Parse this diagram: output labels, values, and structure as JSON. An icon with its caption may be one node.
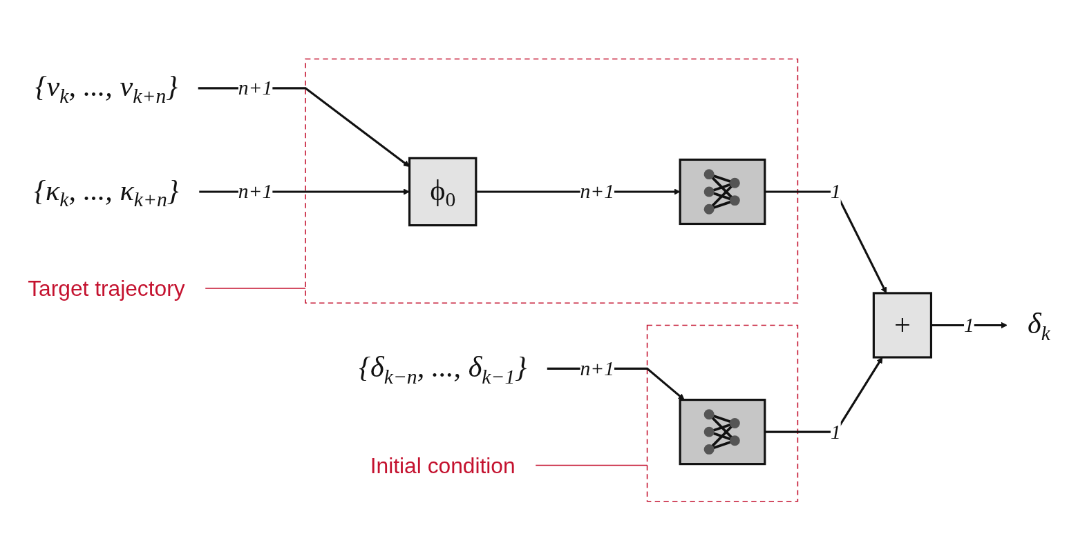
{
  "diagram": {
    "nodes": [
      {
        "text": [
          "{v$_{k}$, ..., v$_{k+n}$}"
        ]
      },
      {
        "text": [
          "Target trajectory"
        ]
      },
      {
        "text": [
          "{κ$_{k}$, ..., κ$_{k+n}$}"
        ]
      },
      {
        "text": [],
        "shape": "box"
      },
      {
        "text": [
          "ϕ$_{0}$"
        ],
        "in": 3
      },
      {
        "text": [],
        "shape": "box",
        "in": 3
      },
      {
        "text": [
          "{δ$_{k−n}$, ..., δ$_{k−1}$}"
        ]
      },
      {
        "text": [],
        "shape": "box"
      },
      {
        "text": [],
        "shape": "box",
        "in": 7
      },
      {
        "text": [
          "+"
        ]
      },
      {
        "text": [
          "δ$_{k}$"
        ]
      },
      {
        "text": [
          "Initial condition"
        ]
      }
    ],
    "edges": [
      {
        "from": 0,
        "to": 4,
        "arrow": "to",
        "label": "n+1"
      },
      {
        "from": 2,
        "to": 4,
        "arrow": "to",
        "label": "n+1"
      },
      {
        "from": 4,
        "to": 5,
        "arrow": "to",
        "label": "n+1"
      },
      {
        "from": 5,
        "to": 9,
        "arrow": "to",
        "label": "1"
      },
      {
        "from": 6,
        "to": 8,
        "arrow": "to",
        "label": "n+1"
      },
      {
        "from": 8,
        "to": 9,
        "arrow": "to",
        "label": "1"
      },
      {
        "from": 9,
        "to": 10,
        "arrow": "to",
        "label": "1"
      },
      {
        "from": 1,
        "to": 3,
        "arrow": "none",
        "color": "#c4122f"
      },
      {
        "from": 11,
        "to": 7,
        "arrow": "none",
        "color": "#c4122f"
      }
    ]
  }
}
